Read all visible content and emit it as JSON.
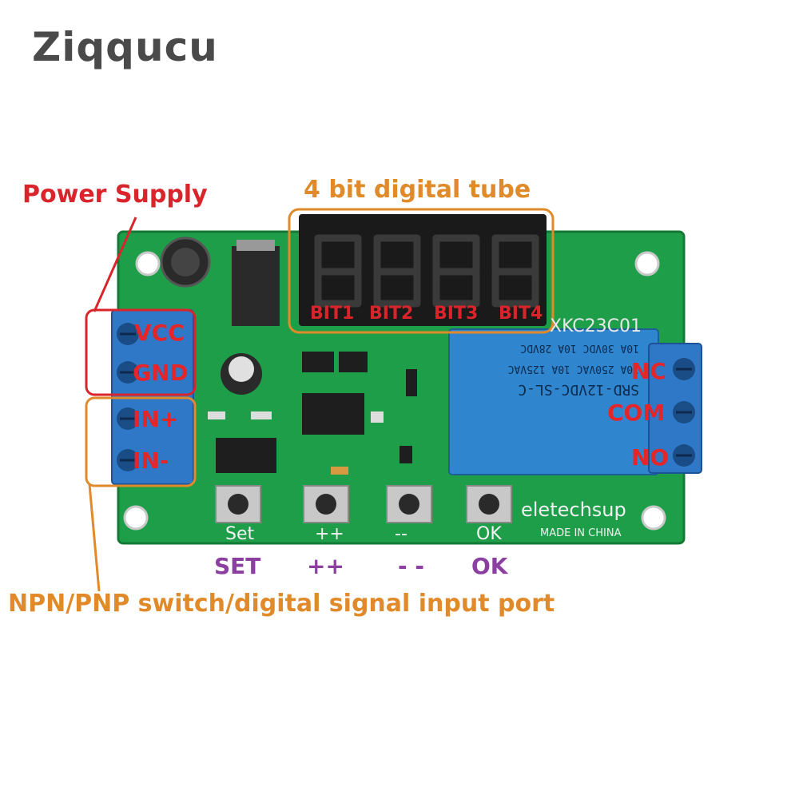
{
  "logo": {
    "text": "Ziqqucu"
  },
  "labels": {
    "power_supply": "Power Supply",
    "digital_tube": "4 bit digital tube",
    "input_port": "NPN/PNP switch/digital signal input port"
  },
  "display": {
    "digits": [
      "BIT1",
      "BIT2",
      "BIT3",
      "BIT4"
    ]
  },
  "terminals_left": [
    "VCC",
    "GND",
    "IN+",
    "IN-"
  ],
  "terminals_right": [
    "NC",
    "COM",
    "NO"
  ],
  "board": {
    "model": "XKC23C01",
    "brand": "eletechsup",
    "made_in": "MADE IN CHINA",
    "relay_line1": "SRD-12VDC-SL-C",
    "relay_line2": "10A 250VAC  10A 125VAC",
    "relay_line3": "10A 30VDC  10A 28VDC"
  },
  "buttons_silk": [
    "Set",
    "++",
    "--",
    "OK"
  ],
  "buttons_captions": [
    "SET",
    "++",
    "- -",
    "OK"
  ],
  "colors": {
    "pcb": "#1f9e4a",
    "terminal": "#2f78c8",
    "relay": "#2f86cf",
    "red_label": "#d8242a",
    "orange_label": "#e08a2a",
    "purple_label": "#8b3fa0"
  }
}
